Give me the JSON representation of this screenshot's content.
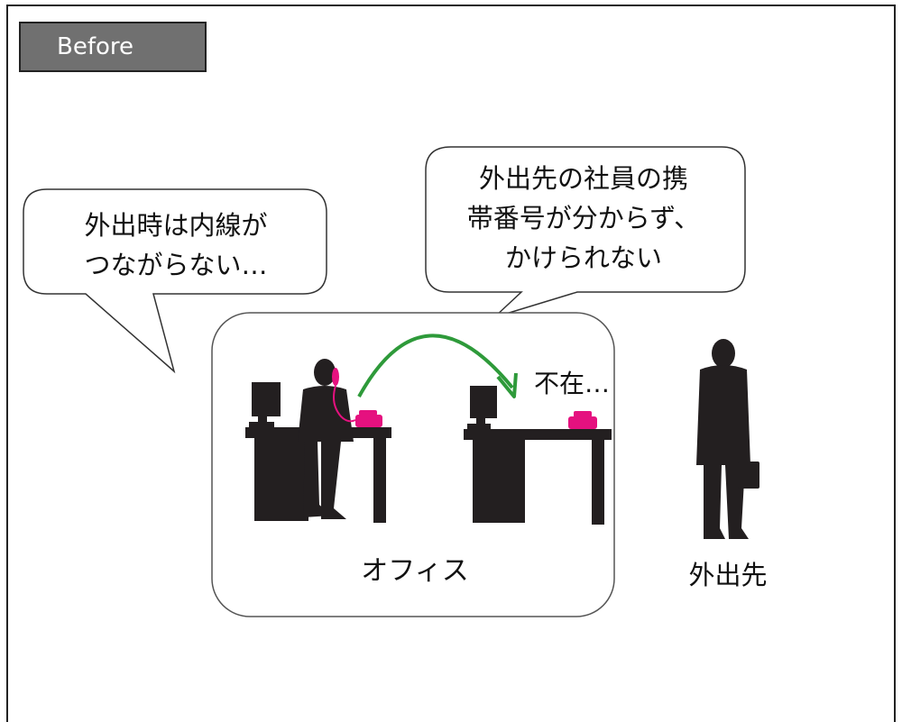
{
  "header": {
    "label": "Before"
  },
  "bubbles": {
    "left": {
      "lines": [
        "外出時は内線が",
        "つながらない…"
      ]
    },
    "right": {
      "lines": [
        "外出先の社員の携",
        "帯番号が分からず、",
        "かけられない"
      ]
    }
  },
  "labels": {
    "office": "オフィス",
    "absent": "不在…",
    "destination": "外出先"
  },
  "colors": {
    "silhouette": "#231f20",
    "phone": "#e5117f",
    "arrow": "#2e9a3a",
    "label_bg": "#707070"
  }
}
